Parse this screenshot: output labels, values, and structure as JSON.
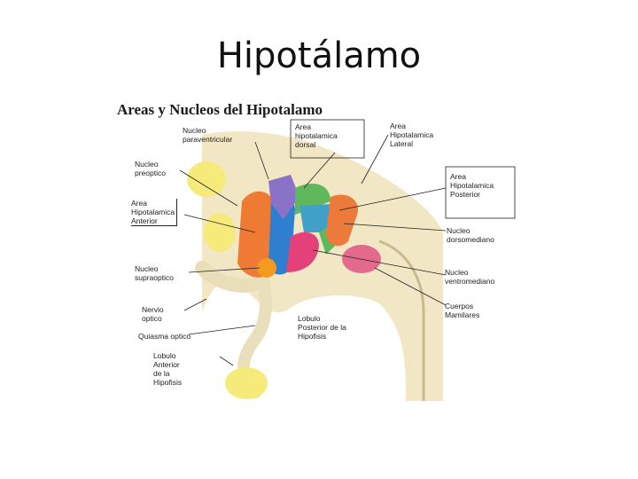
{
  "slide": {
    "title": "Hipotálamo"
  },
  "figure": {
    "heading": "Areas y Nucleos del Hipotalamo",
    "labels": {
      "paraventricular": "Nucleo\nparaventricular",
      "preoptico": "Nucleo\npreoptico",
      "hipotalamica_anterior": "Area\nHipotalamica\nAnterior",
      "supraoptico": "Nucleo\nsupraoptico",
      "nervio_optico": "Nervio\noptico",
      "quiasma_optico": "Quiasma optico",
      "lobulo_anterior": "Lobulo\nAnterior\nde la\nHipofisis",
      "lobulo_posterior": "Lobulo\nPosterior de la\nHipofisis",
      "hipotalamica_dorsal": "Area\nhipotalamica\ndorsal",
      "hipotalamica_lateral": "Area\nHipotalamica\nLateral",
      "hipotalamica_posterior": "Area\nHipotalamica\nPosterior",
      "dorsomediano": "Nucleo\ndorsomediano",
      "ventromediano": "Nucleo\nventromediano",
      "mamilares": "Cuerpos\nMamilares"
    },
    "colors": {
      "tissue": "#f1e7c4",
      "preoptic": "#f2c94c",
      "anterior": "#ee7a33",
      "paraventricular": "#8a72c8",
      "dorsal": "#5fb85c",
      "supraoptic": "#f39a1f",
      "blue": "#2f7fd1",
      "ventromedial": "#e4407a",
      "dorsomedial": "#41a0c8",
      "posterior": "#ec7a3a",
      "mamillary": "#e36a8c",
      "yellow": "#f5ea7a"
    }
  }
}
